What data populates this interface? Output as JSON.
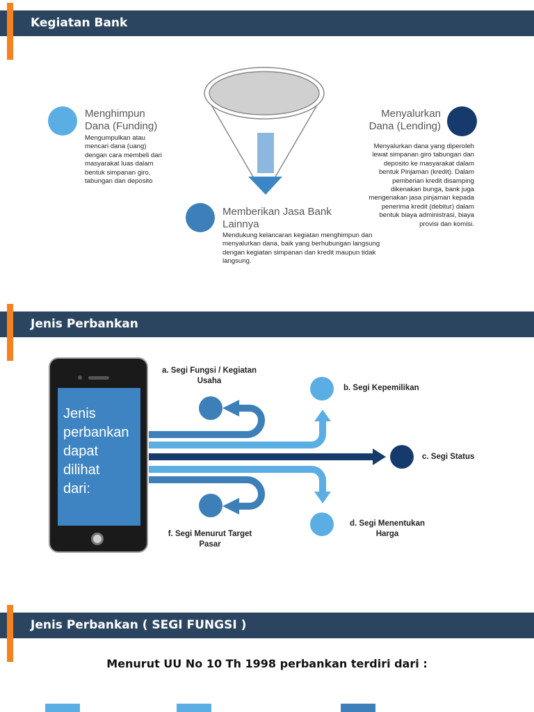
{
  "sections": {
    "kegiatan": {
      "title": "Kegiatan Bank",
      "funding": {
        "title_line1": "Menghimpun",
        "title_line2": "Dana (Funding)",
        "desc": [
          "Mengumpulkan atau",
          "mencari dana (uang)",
          "dengan cara membeli dari",
          "masyarakat luas dalam",
          "bentuk simpanan giro,",
          "tabungan dan deposito"
        ]
      },
      "lending": {
        "title_line1": "Menyalurkan",
        "title_line2": "Dana (Lending)",
        "desc": [
          "Menyalurkan dana yang diperoleh",
          "lewat simpanan giro tabungan dan",
          "deposito ke masyarakat dalam",
          "bentuk Pinjaman (kredit). Dalam",
          "pemberian kredit disamping",
          "dikenakan bunga, bank juga",
          "mengenakan jasa pinjaman kepada",
          "penerima kredit (debitur) dalam",
          "bentuk biaya administrasi, biaya",
          "provisi dan komisi."
        ]
      },
      "jasa": {
        "title_line1": "Memberikan Jasa Bank",
        "title_line2": "Lainnya",
        "desc": [
          "Mendukung kelancaran kegiatan menghimpun dan",
          "menyalurkan dana, baik yang berhubungan langsung",
          "dengan kegiatan simpanan dan kredit maupun tidak",
          "langsung."
        ]
      }
    },
    "jenis": {
      "title": "Jenis Perbankan",
      "phone_text": [
        "Jenis",
        "perbankan",
        "dapat",
        "dilihat",
        "dari:"
      ],
      "labels": {
        "a_line1": "a. Segi Fungsi / Kegiatan",
        "a_line2": "Usaha",
        "b": "b. Segi Kepemilikan",
        "c": "c. Segi Status",
        "d_line1": "d. Segi Menentukan",
        "d_line2": "Harga",
        "f_line1": "f. Segi Menurut Target",
        "f_line2": "Pasar"
      }
    },
    "segi_fungsi": {
      "title": "Jenis Perbankan ( SEGI FUNGSI )",
      "subtitle": "Menurut UU No 10 Th 1998 perbankan terdiri dari :"
    }
  },
  "colors": {
    "header": "#2b4560",
    "accent": "#f58220",
    "light_blue": "#5aaee3",
    "mid_blue": "#3d7fb8",
    "dark_blue": "#163a6b",
    "screen_blue": "#3f84c2"
  },
  "icons": [
    "smartphone-icon",
    "funnel-icon",
    "arrow-down-icon",
    "arrow-right-icon"
  ]
}
